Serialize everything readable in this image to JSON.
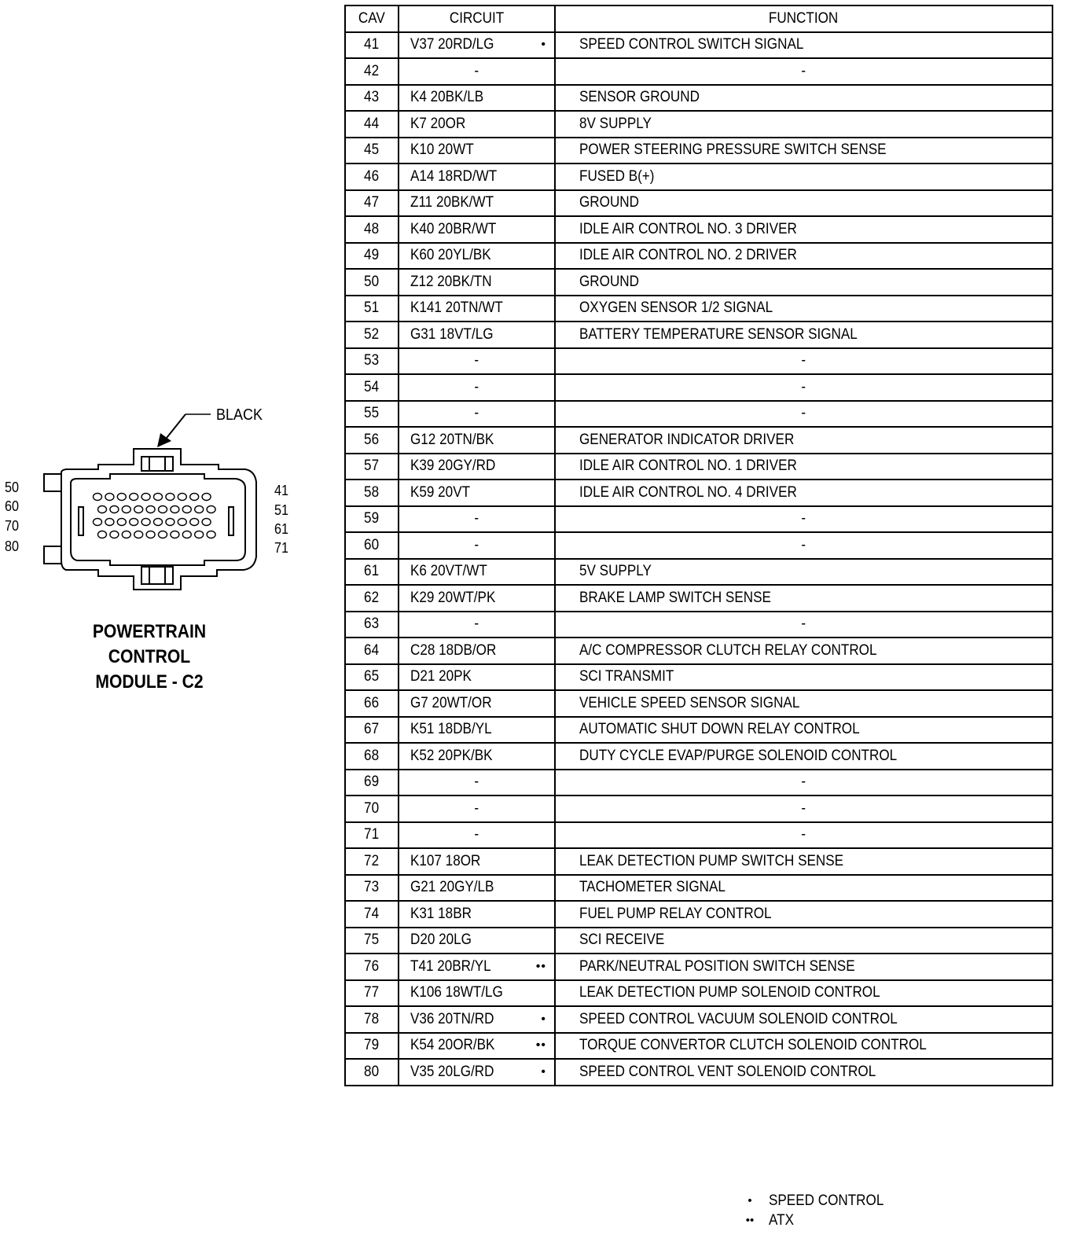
{
  "connector": {
    "color_label": "BLACK",
    "left_pins": [
      "50",
      "60",
      "70",
      "80"
    ],
    "right_pins": [
      "41",
      "51",
      "61",
      "71"
    ],
    "title_lines": [
      "POWERTRAIN",
      "CONTROL",
      "MODULE - C2"
    ]
  },
  "table": {
    "headers": {
      "cav": "CAV",
      "circuit": "CIRCUIT",
      "function": "FUNCTION"
    },
    "rows": [
      {
        "cav": "41",
        "circuit": "V37  20RD/LG",
        "marks": "•",
        "function": "SPEED CONTROL SWITCH SIGNAL"
      },
      {
        "cav": "42",
        "circuit": "-",
        "marks": "",
        "function": "-"
      },
      {
        "cav": "43",
        "circuit": "K4  20BK/LB",
        "marks": "",
        "function": "SENSOR GROUND"
      },
      {
        "cav": "44",
        "circuit": "K7  20OR",
        "marks": "",
        "function": "8V SUPPLY"
      },
      {
        "cav": "45",
        "circuit": "K10  20WT",
        "marks": "",
        "function": "POWER STEERING PRESSURE SWITCH SENSE"
      },
      {
        "cav": "46",
        "circuit": "A14  18RD/WT",
        "marks": "",
        "function": "FUSED B(+)"
      },
      {
        "cav": "47",
        "circuit": "Z11  20BK/WT",
        "marks": "",
        "function": "GROUND"
      },
      {
        "cav": "48",
        "circuit": "K40  20BR/WT",
        "marks": "",
        "function": "IDLE AIR CONTROL NO. 3 DRIVER"
      },
      {
        "cav": "49",
        "circuit": "K60  20YL/BK",
        "marks": "",
        "function": "IDLE AIR CONTROL NO. 2 DRIVER"
      },
      {
        "cav": "50",
        "circuit": "Z12  20BK/TN",
        "marks": "",
        "function": "GROUND"
      },
      {
        "cav": "51",
        "circuit": "K141  20TN/WT",
        "marks": "",
        "function": "OXYGEN   SENSOR   1/2 SIGNAL"
      },
      {
        "cav": "52",
        "circuit": "G31  18VT/LG",
        "marks": "",
        "function": "BATTERY TEMPERATURE SENSOR SIGNAL"
      },
      {
        "cav": "53",
        "circuit": "-",
        "marks": "",
        "function": "-"
      },
      {
        "cav": "54",
        "circuit": "-",
        "marks": "",
        "function": "-"
      },
      {
        "cav": "55",
        "circuit": "-",
        "marks": "",
        "function": "-"
      },
      {
        "cav": "56",
        "circuit": "G12  20TN/BK",
        "marks": "",
        "function": "GENERATOR INDICATOR DRIVER"
      },
      {
        "cav": "57",
        "circuit": "K39  20GY/RD",
        "marks": "",
        "function": "IDLE AIR CONTROL NO. 1 DRIVER"
      },
      {
        "cav": "58",
        "circuit": "K59  20VT",
        "marks": "",
        "function": "IDLE AIR CONTROL NO. 4 DRIVER"
      },
      {
        "cav": "59",
        "circuit": "-",
        "marks": "",
        "function": "-"
      },
      {
        "cav": "60",
        "circuit": "-",
        "marks": "",
        "function": "-"
      },
      {
        "cav": "61",
        "circuit": "K6  20VT/WT",
        "marks": "",
        "function": "5V SUPPLY"
      },
      {
        "cav": "62",
        "circuit": "K29  20WT/PK",
        "marks": "",
        "function": "BRAKE LAMP SWITCH SENSE"
      },
      {
        "cav": "63",
        "circuit": "-",
        "marks": "",
        "function": "-"
      },
      {
        "cav": "64",
        "circuit": "C28  18DB/OR",
        "marks": "",
        "function": "A/C COMPRESSOR CLUTCH RELAY CONTROL"
      },
      {
        "cav": "65",
        "circuit": "D21  20PK",
        "marks": "",
        "function": "SCI  TRANSMIT"
      },
      {
        "cav": "66",
        "circuit": "G7  20WT/OR",
        "marks": "",
        "function": "VEHICLE SPEED SENSOR SIGNAL"
      },
      {
        "cav": "67",
        "circuit": "K51  18DB/YL",
        "marks": "",
        "function": "AUTOMATIC SHUT DOWN RELAY CONTROL"
      },
      {
        "cav": "68",
        "circuit": "K52  20PK/BK",
        "marks": "",
        "function": "DUTY CYCLE EVAP/PURGE SOLENOID CONTROL"
      },
      {
        "cav": "69",
        "circuit": "-",
        "marks": "",
        "function": "-"
      },
      {
        "cav": "70",
        "circuit": "-",
        "marks": "",
        "function": "-"
      },
      {
        "cav": "71",
        "circuit": "-",
        "marks": "",
        "function": "-"
      },
      {
        "cav": "72",
        "circuit": "K107  18OR",
        "marks": "",
        "function": "LEAK DETECTION PUMP SWITCH SENSE"
      },
      {
        "cav": "73",
        "circuit": "G21  20GY/LB",
        "marks": "",
        "function": "TACHOMETER SIGNAL"
      },
      {
        "cav": "74",
        "circuit": "K31  18BR",
        "marks": "",
        "function": "FUEL PUMP RELAY CONTROL"
      },
      {
        "cav": "75",
        "circuit": "D20  20LG",
        "marks": "",
        "function": "SCI  RECEIVE"
      },
      {
        "cav": "76",
        "circuit": "T41  20BR/YL",
        "marks": "••",
        "function": "PARK/NEUTRAL POSITION SWITCH SENSE"
      },
      {
        "cav": "77",
        "circuit": "K106  18WT/LG",
        "marks": "",
        "function": "LEAK DETECTION PUMP SOLENOID CONTROL"
      },
      {
        "cav": "78",
        "circuit": "V36  20TN/RD",
        "marks": "•",
        "function": "SPEED CONTROL VACUUM SOLENOID CONTROL"
      },
      {
        "cav": "79",
        "circuit": "K54  20OR/BK",
        "marks": "••",
        "function": "TORQUE CONVERTOR CLUTCH SOLENOID CONTROL"
      },
      {
        "cav": "80",
        "circuit": "V35  20LG/RD",
        "marks": "•",
        "function": "SPEED CONTROL VENT SOLENOID CONTROL"
      }
    ]
  },
  "legend": [
    {
      "symbol": "•",
      "label": "SPEED CONTROL"
    },
    {
      "symbol": "••",
      "label": "ATX"
    }
  ]
}
